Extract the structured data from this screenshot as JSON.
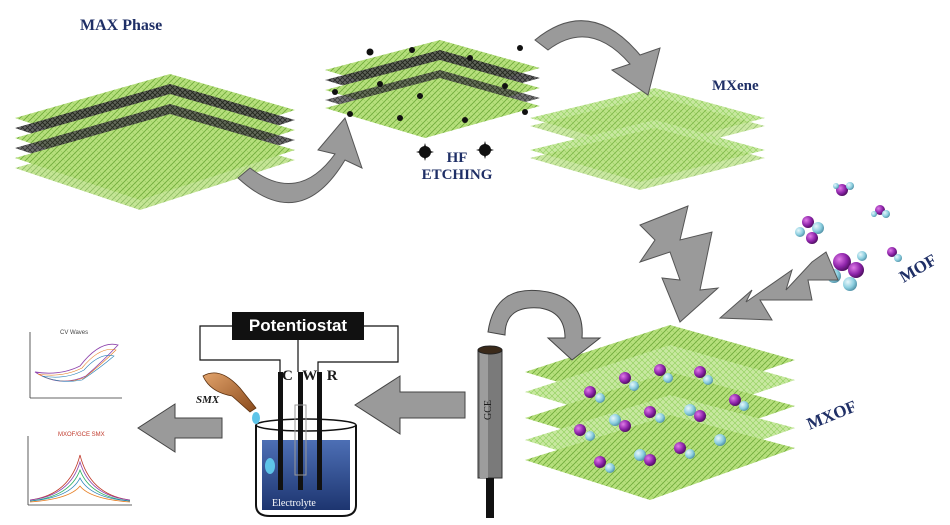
{
  "labels": {
    "max_phase": "MAX Phase",
    "hf_etching_line1": "HF",
    "hf_etching_line2": "ETCHING",
    "mxene": "MXene",
    "mof": "MOF",
    "mxof": "MXOF",
    "potentiostat": "Potentiostat",
    "electrodes": "C W R",
    "gce": "GCE",
    "smx": "SMX",
    "electrolyte": "Electrolyte",
    "plot_top_title": "CV Waves",
    "plot_bottom_title": "MXOF/GCE SMX"
  },
  "colors": {
    "layer_green": "#9bd05a",
    "layer_dark": "#2b2b2b",
    "arrow_gray": "#8a8a8a",
    "navy_text": "#1f2f66",
    "electrolyte_blue": "#2e4a8c",
    "mof_purple": "#7b1fa2",
    "mof_teal": "#7fc6d8"
  }
}
